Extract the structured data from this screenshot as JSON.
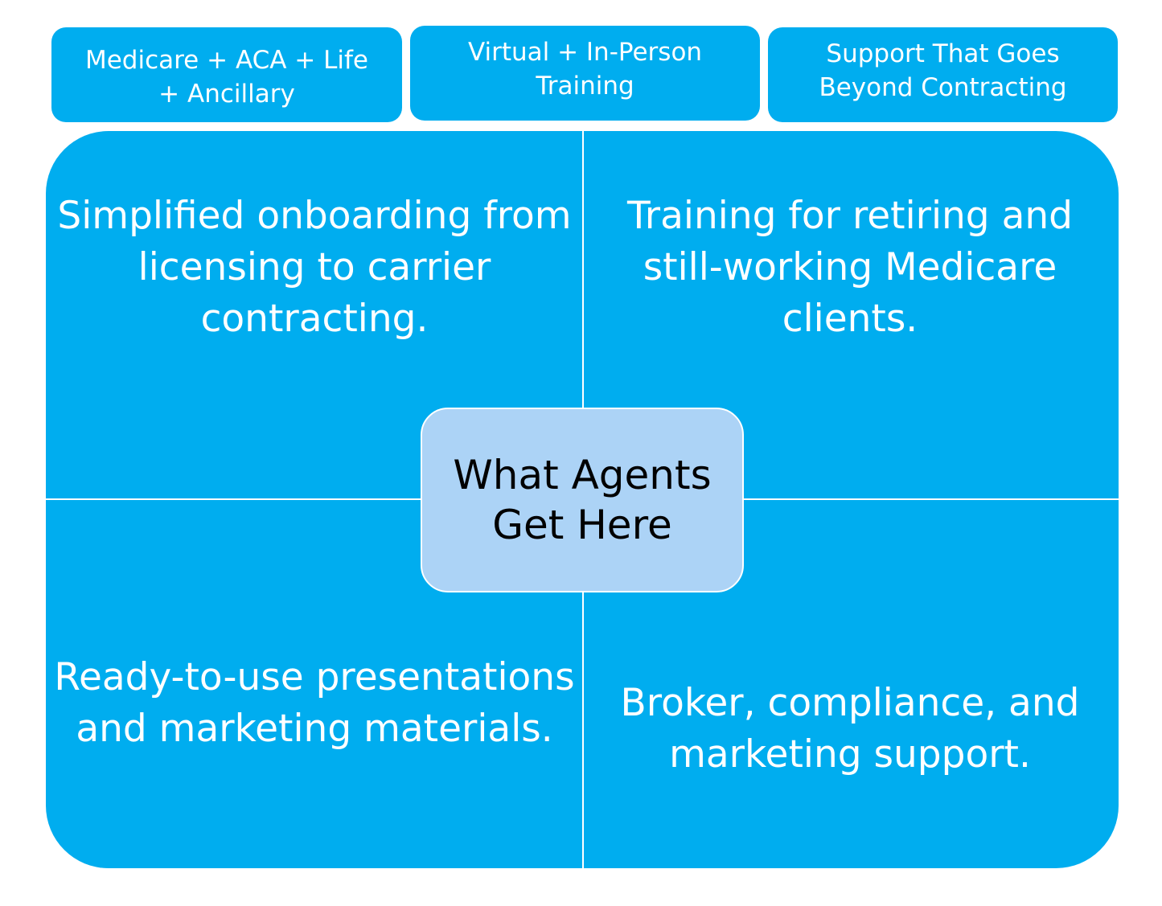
{
  "top_boxes": [
    {
      "text": "Medicare + ACA + Life\n+ Ancillary"
    },
    {
      "text": "Virtual + In-Person\nTraining"
    },
    {
      "text": "Support That Goes\nBeyond Contracting"
    }
  ],
  "quadrants": {
    "top_left": "Simplified onboarding from licensing to carrier contracting.",
    "top_right": "Training for retiring and still-working Medicare clients.",
    "bottom_left": "Ready-to-use presentations and marketing materials.",
    "bottom_right": "Broker, compliance, and marketing support."
  },
  "center": {
    "text": "What Agents Get Here"
  },
  "colors": {
    "box_blue": "#00adef",
    "center_light_blue": "#acd3f6",
    "text_white": "#ffffff",
    "text_black": "#000000"
  }
}
